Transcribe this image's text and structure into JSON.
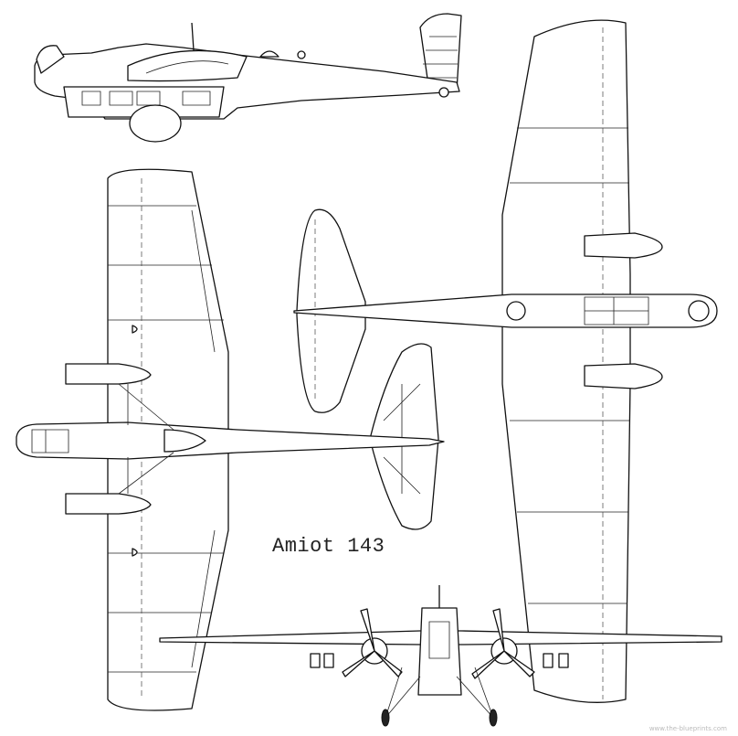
{
  "drawing": {
    "title": "Amiot 143",
    "watermark": "www.the-blueprints.com",
    "views": [
      "side-view",
      "top-view",
      "bottom-view",
      "front-view"
    ],
    "line_color": "#111111",
    "background": "#ffffff"
  }
}
